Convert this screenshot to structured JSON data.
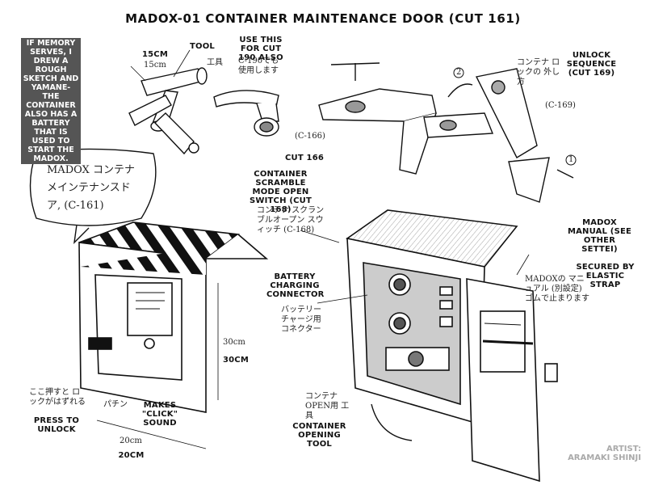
{
  "title": "MADOX-01 CONTAINER MAINTENANCE DOOR (CUT 161)",
  "sidebar_note": {
    "paragraph1": "IF MEMORY SERVES, I DREW A ROUGH SKETCH AND YAMANE-SAN CLEANED IT UP.",
    "paragraph2": "THE CONTAINER ALSO HAS A BATTERY THAT IS USED TO START THE MADOX."
  },
  "labels": {
    "tool": "TOOL",
    "tool_size": "15CM",
    "tool_size_jp": "15cm",
    "tool_jp": "工具",
    "use_this_for": "USE THIS FOR CUT 190 ALSO",
    "use_this_for_jp": "C-190でも 使用します",
    "unlock_sequence": "UNLOCK SEQUENCE (CUT 169)",
    "unlock_jp": "コンテナ ロックの 外し方",
    "c169": "(C-169)",
    "c166": "(C-166)",
    "cut166": "CUT 166",
    "step1": "1",
    "step2": "2",
    "speech_jp": "MADOX コンテナ メインテナンスドア, (C-161)",
    "scramble": "CONTAINER SCRAMBLE MODE OPEN SWITCH (CUT 168)",
    "scramble_jp": "コンテナ スクランブルオープン スウィッチ (C-168)",
    "battery": "BATTERY CHARGING CONNECTOR",
    "battery_jp": "バッテリー チャージ用 コネクター",
    "manual": "MADOX MANUAL (SEE OTHER SETTEI)",
    "secured": "SECURED BY ELASTIC STRAP",
    "manual_jp": "MADOXの マニュアル (別設定) ゴムで止まります",
    "height_jp": "30cm",
    "height": "30CM",
    "width_jp": "20cm",
    "width": "20CM",
    "press_jp": "ここ押すと ロックがはずれる",
    "press": "PRESS TO UNLOCK",
    "click_jp": "パチン",
    "click": "MAKES \"CLICK\" SOUND",
    "opening_tool": "CONTAINER OPENING TOOL",
    "opening_tool_jp": "コンテナ OPEN用 工具"
  },
  "credit": {
    "role": "ARTIST:",
    "name": "ARAMAKI SHINJI"
  }
}
